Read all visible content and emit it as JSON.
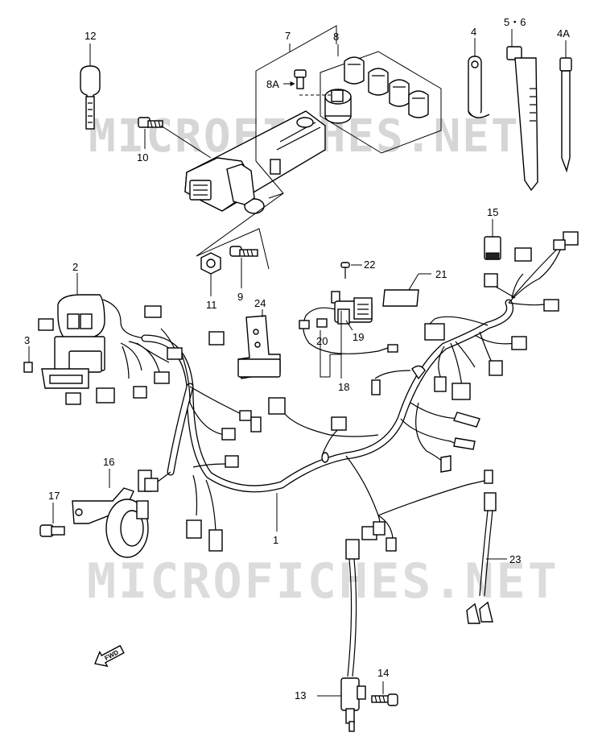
{
  "diagram": {
    "watermarks": [
      "MICROFICHES.NET",
      "MICROFICHES.NET"
    ],
    "fwd_label": "FWD",
    "callouts": {
      "p1": "1",
      "p2": "2",
      "p3": "3",
      "p4": "4",
      "p4A": "4A",
      "p56": "5・6",
      "p7": "7",
      "p8": "8",
      "p8A": "8A",
      "p9": "9",
      "p10": "10",
      "p11": "11",
      "p12": "12",
      "p13": "13",
      "p14": "14",
      "p15": "15",
      "p16": "16",
      "p17": "17",
      "p18": "18",
      "p19": "19",
      "p20": "20",
      "p21": "21",
      "p22": "22",
      "p23": "23",
      "p24": "24"
    }
  }
}
